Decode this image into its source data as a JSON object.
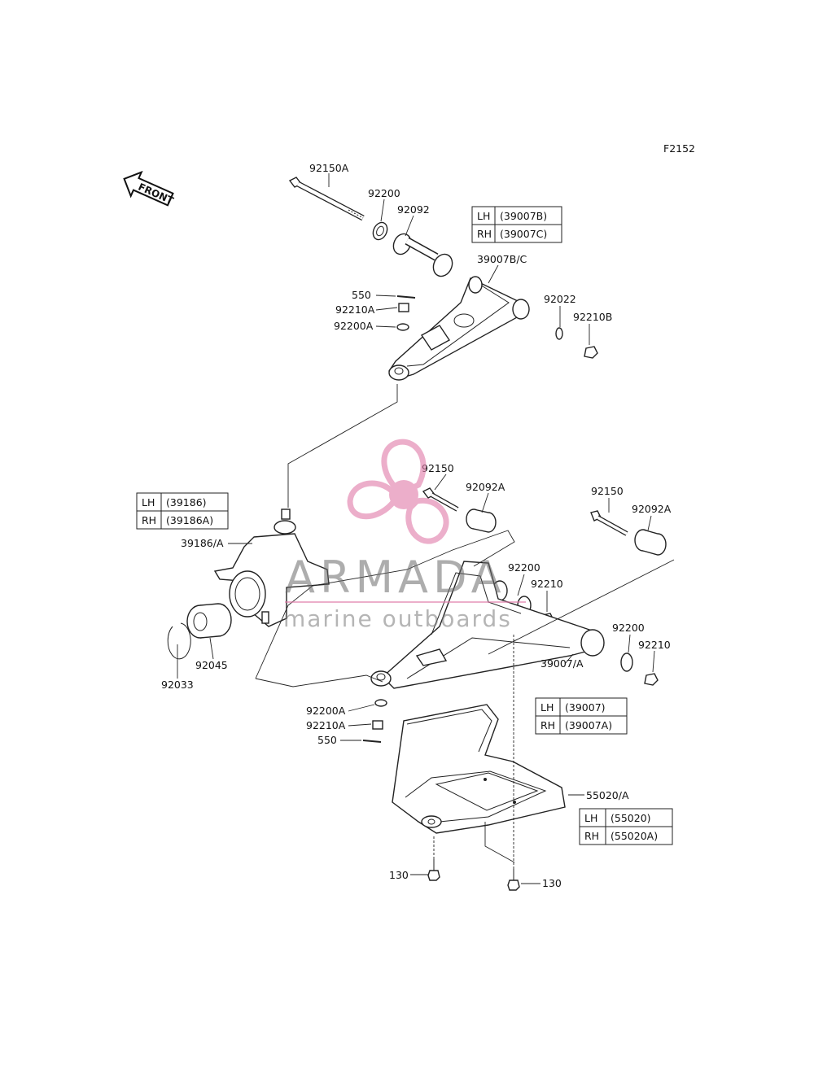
{
  "diagram": {
    "figure_id": "F2152",
    "front_label": "FRONT"
  },
  "labels": {
    "p92150A": "92150A",
    "p92200_top": "92200",
    "p92092": "92092",
    "p39007BC": "39007B/C",
    "p550_top": "550",
    "p92210A_top": "92210A",
    "p92200A_top": "92200A",
    "p92022": "92022",
    "p92210B": "92210B",
    "p39186A": "39186/A",
    "p92045": "92045",
    "p92033": "92033",
    "p92150_mid": "92150",
    "p92092A_mid": "92092A",
    "p92150_right": "92150",
    "p92092A_right": "92092A",
    "p92200_mid": "92200",
    "p92210_mid": "92210",
    "p92200_right": "92200",
    "p92210_right": "92210",
    "p39007A": "39007/A",
    "p92200A_low": "92200A",
    "p92210A_low": "92210A",
    "p550_low": "550",
    "p55020A": "55020/A",
    "p130_left": "130",
    "p130_right": "130"
  },
  "tables": {
    "upper_arm": {
      "rows": [
        {
          "side": "LH",
          "part": "(39007B)"
        },
        {
          "side": "RH",
          "part": "(39007C)"
        }
      ]
    },
    "knuckle": {
      "rows": [
        {
          "side": "LH",
          "part": "(39186)"
        },
        {
          "side": "RH",
          "part": "(39186A)"
        }
      ]
    },
    "lower_arm": {
      "rows": [
        {
          "side": "LH",
          "part": "(39007)"
        },
        {
          "side": "RH",
          "part": "(39007A)"
        }
      ]
    },
    "guard": {
      "rows": [
        {
          "side": "LH",
          "part": "(55020)"
        },
        {
          "side": "RH",
          "part": "(55020A)"
        }
      ]
    }
  },
  "watermark": {
    "brand": "ARMADA",
    "tagline": "marine outboards",
    "color": "#e07aa8"
  }
}
